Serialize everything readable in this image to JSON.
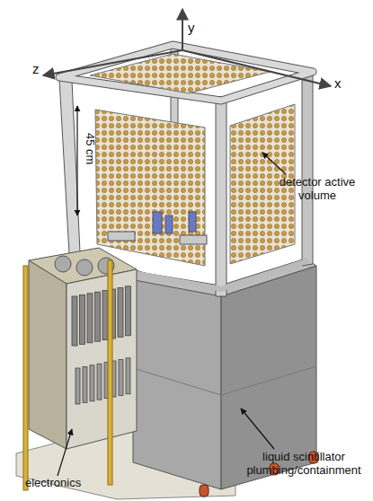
{
  "diagram": {
    "labels": [
      "y",
      "z",
      "x",
      "45 cm",
      "detector active volume",
      "liquid scintillator plumbing/containment",
      "electronics"
    ]
  }
}
